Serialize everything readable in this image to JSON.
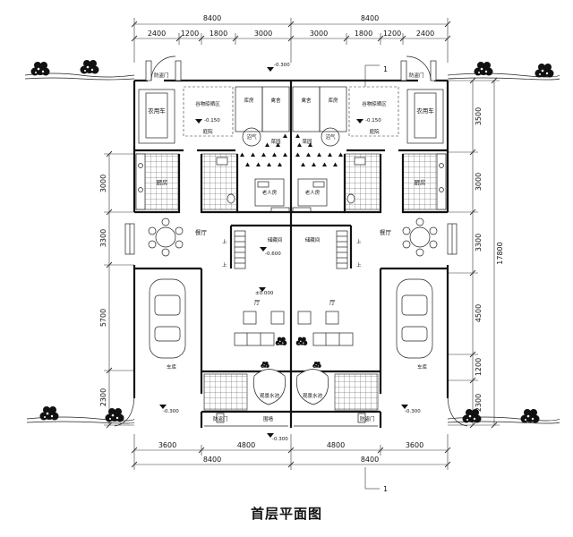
{
  "title": "首层平面图",
  "dims": {
    "top_total_left": "8400",
    "top_total_right": "8400",
    "top_segments": [
      "2400",
      "1200",
      "1800",
      "3000",
      "3000",
      "1800",
      "1200",
      "2400"
    ],
    "bottom_segments": [
      "3600",
      "4800",
      "4800",
      "3600"
    ],
    "bottom_total_left": "8400",
    "bottom_total_right": "8400",
    "left_segments": [
      "3000",
      "3300",
      "5700",
      "2300"
    ],
    "right_segments": [
      "3500",
      "3000",
      "3300",
      "4500",
      "1200",
      "2300"
    ],
    "right_total": "17800"
  },
  "levels": {
    "front": "-0.300",
    "rear": "-0.300",
    "left_yard": "-0.300",
    "right_yard": "-0.300",
    "court_left": "-0.150",
    "court_right": "-0.150",
    "storage": "-0.600",
    "hall": "±0.000"
  },
  "axis_label": "1",
  "rooms": {
    "anti_theft_door_left": "防盗门",
    "anti_theft_door_right": "防盗门",
    "farm_vehicle_left": "农用车",
    "farm_vehicle_right": "农用车",
    "grain_drying_left": "谷物晾晒区",
    "grain_drying_right": "谷物晾晒区",
    "courtyard_left": "庭院",
    "courtyard_right": "庭院",
    "barn_left": "库房",
    "barn_right": "库房",
    "livestock_left": "禽舍",
    "livestock_right": "禽舍",
    "biogas_left": "沼气",
    "biogas_right": "沼气",
    "vegetable_left": "菜园",
    "vegetable_right": "菜园",
    "kitchen_left": "厨房",
    "kitchen_right": "厨房",
    "elder_left": "老人房",
    "elder_right": "老人房",
    "dining_left": "餐厅",
    "dining_right": "餐厅",
    "storage_left": "储藏间",
    "storage_right": "储藏间",
    "up_left_1": "上",
    "up_left_2": "上",
    "up_right_1": "上",
    "up_right_2": "上",
    "hall_left": "厅",
    "hall_right": "厅",
    "garage_left": "车库",
    "garage_right": "车库",
    "landscape_left": "观景水池",
    "landscape_right": "观景水池",
    "front_door_left": "防盗门",
    "front_door_right": "防盗门",
    "fence": "围墙"
  }
}
